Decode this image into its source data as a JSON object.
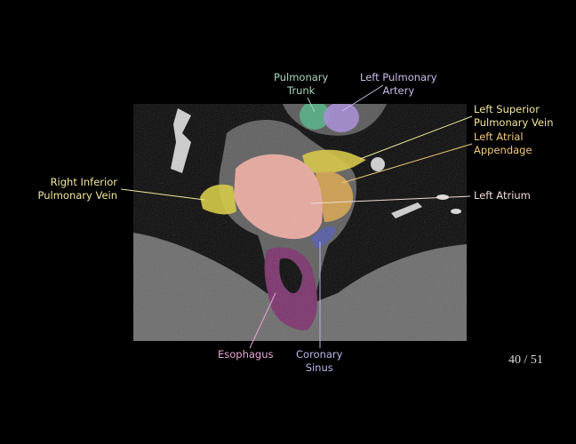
{
  "labels": {
    "pulmonary_trunk": {
      "line1": "Pulmonary",
      "line2": "Trunk",
      "color": "#a6d8b8"
    },
    "left_pulmonary_artery": {
      "line1": "Left Pulmonary",
      "line2": "Artery",
      "color": "#cbbbea"
    },
    "left_superior_pulmonary_vein": {
      "line1": "Left Superior",
      "line2": "Pulmonary Vein",
      "color": "#f2e79a"
    },
    "left_atrial_appendage": {
      "line1": "Left Atrial",
      "line2": "Appendage",
      "color": "#f2c97a"
    },
    "left_atrium": {
      "line1": "Left Atrium",
      "color": "#f2dcd6"
    },
    "right_inferior_pulmonary_vein": {
      "line1": "Right Inferior",
      "line2": "Pulmonary Vein",
      "color": "#f2e79a"
    },
    "esophagus": {
      "line1": "Esophagus",
      "color": "#e8a6d6"
    },
    "coronary_sinus": {
      "line1": "Coronary",
      "line2": "Sinus",
      "color": "#b6b8ec"
    }
  },
  "slide": {
    "counter": "40 / 51"
  }
}
